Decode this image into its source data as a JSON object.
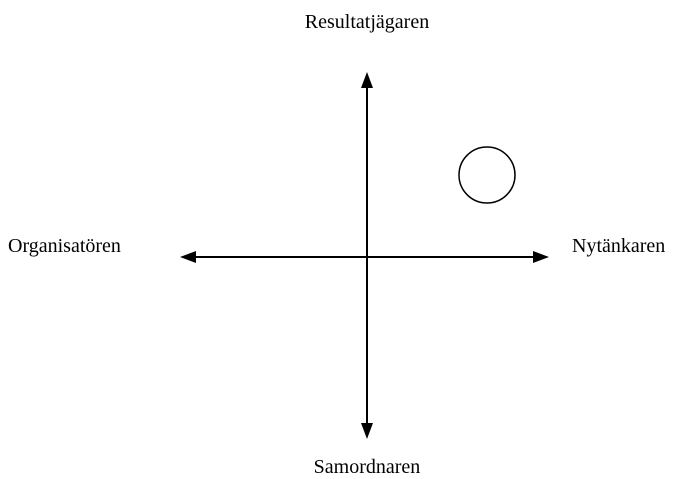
{
  "diagram": {
    "labels": {
      "top": "Resultatjägaren",
      "bottom": "Samordnaren",
      "left": "Organisatören",
      "right": "Nytänkaren"
    },
    "colors": {
      "line": "#000000",
      "background": "#ffffff"
    },
    "marker": {
      "shape": "circle",
      "quadrant": "top-right"
    }
  }
}
